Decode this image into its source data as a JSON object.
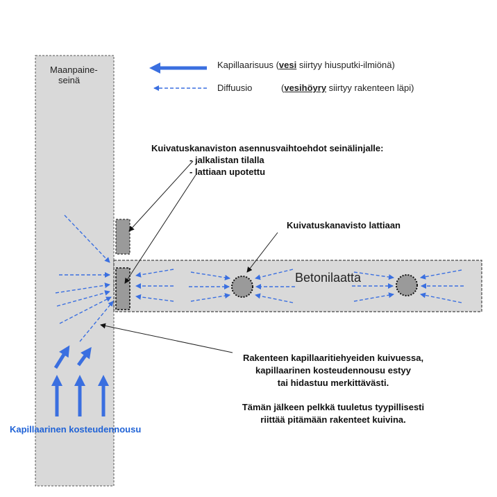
{
  "colors": {
    "arrow": "#3a6fe0",
    "wall_fill": "#d9d9d9",
    "slab_fill": "#d9d9d9",
    "duct_fill": "#9a9a9a",
    "caption_blue": "#1f62d6"
  },
  "wall": {
    "label_line1": "Maanpaine-",
    "label_line2": "seinä"
  },
  "legend": {
    "capillary": {
      "label": "Kapillaarisuus",
      "open": "(",
      "keyword": "vesi",
      "rest": " siirtyy hiusputki-ilmiönä)"
    },
    "diffusion": {
      "label": "Diffuusio",
      "open": "(",
      "keyword": "vesihöyry",
      "rest": " siirtyy rakenteen läpi)"
    }
  },
  "options": {
    "title": "Kuivatuskanaviston asennusvaihtoehdot seinälinjalle:",
    "items": [
      "- jalkalistan tilalla",
      "- lattiaan upotettu"
    ]
  },
  "floor_duct_label": "Kuivatuskanavisto lattiaan",
  "slab_label": "Betonilaatta",
  "description": {
    "lines": [
      "Rakenteen kapillaaritiehyeiden kuivuessa,",
      "kapillaarinen kosteudennousu estyy",
      "tai hidastuu merkittävästi."
    ],
    "lines2": [
      "Tämän jälkeen pelkkä tuuletus tyypillisesti",
      "riittää pitämään rakenteet kuivina."
    ]
  },
  "caption": "Kapillaarinen kosteudennousu"
}
